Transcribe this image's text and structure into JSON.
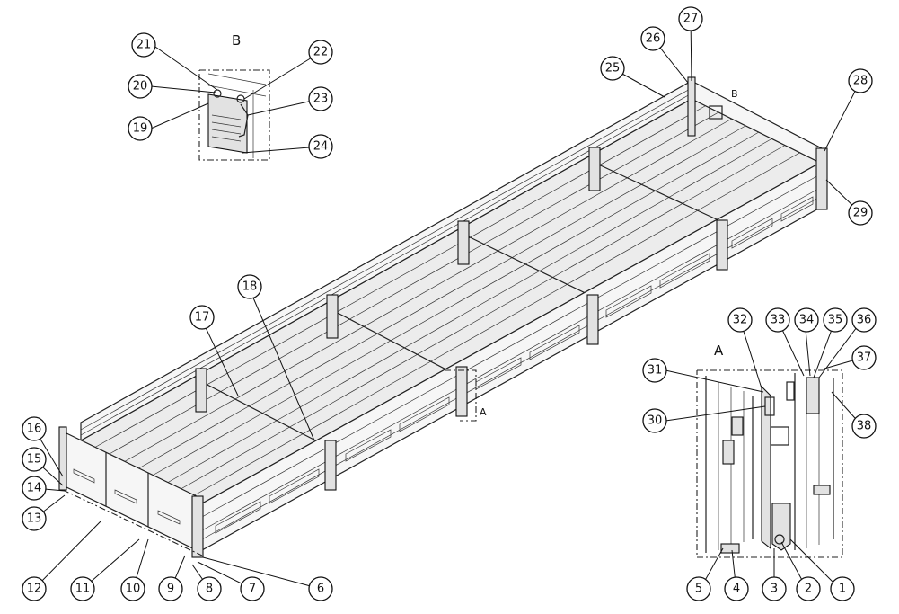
{
  "views": {
    "overall_marker": "B",
    "detail_a_label": "A",
    "detail_b_label": "B",
    "section_a_marker": "A"
  },
  "callouts": [
    "1",
    "2",
    "3",
    "4",
    "5",
    "6",
    "7",
    "8",
    "9",
    "10",
    "11",
    "12",
    "13",
    "14",
    "15",
    "16",
    "17",
    "18",
    "19",
    "20",
    "21",
    "22",
    "23",
    "24",
    "25",
    "26",
    "27",
    "28",
    "29",
    "30",
    "31",
    "32",
    "33",
    "34",
    "35",
    "36",
    "37",
    "38"
  ],
  "colors": {
    "line": "#111111",
    "background": "#ffffff"
  }
}
